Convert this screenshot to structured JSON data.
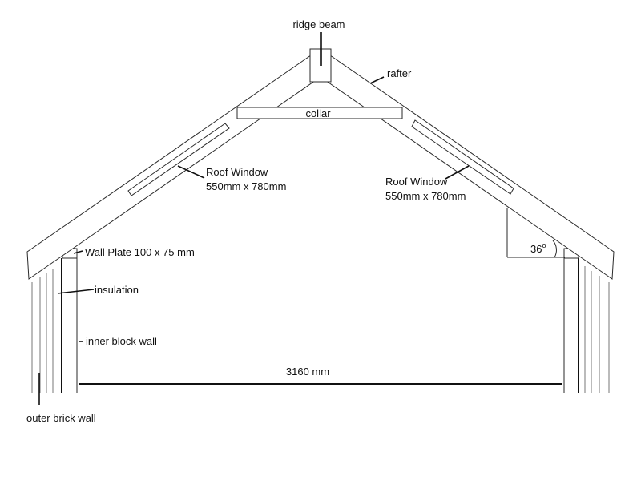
{
  "labels": {
    "ridge_beam": "ridge beam",
    "rafter": "rafter",
    "collar": "collar",
    "roof_window_left": [
      "Roof Window",
      "550mm x 780mm"
    ],
    "roof_window_right": [
      "Roof Window",
      "550mm x 780mm"
    ],
    "wall_plate": "Wall Plate 100 x 75 mm",
    "insulation": "insulation",
    "inner_block_wall": "inner block wall",
    "outer_brick_wall": "outer brick wall",
    "span": "3160 mm",
    "angle": "36",
    "angle_unit": "o"
  }
}
